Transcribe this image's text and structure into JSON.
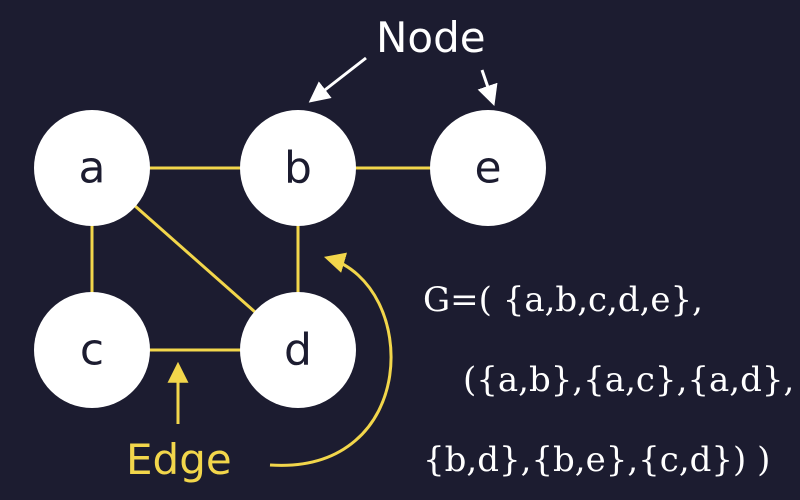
{
  "graph": {
    "nodes": [
      {
        "id": "a",
        "label": "a"
      },
      {
        "id": "b",
        "label": "b"
      },
      {
        "id": "c",
        "label": "c"
      },
      {
        "id": "d",
        "label": "d"
      },
      {
        "id": "e",
        "label": "e"
      }
    ],
    "edges": [
      [
        "a",
        "b"
      ],
      [
        "a",
        "c"
      ],
      [
        "a",
        "d"
      ],
      [
        "b",
        "d"
      ],
      [
        "b",
        "e"
      ],
      [
        "c",
        "d"
      ]
    ]
  },
  "annotations": {
    "node_label": "Node",
    "edge_label": "Edge"
  },
  "definition": {
    "line1": "G=( {a,b,c,d,e},",
    "line2": "({a,b},{a,c},{a,d},",
    "line3": "{b,d},{b,e},{c,d}) )"
  },
  "colors": {
    "background": "#1c1c30",
    "node_fill": "#ffffff",
    "node_text": "#1c1c30",
    "edge": "#f2d64b",
    "node_annotation": "#ffffff",
    "edge_annotation": "#f2d64b",
    "definition_text": "#ffffff"
  }
}
